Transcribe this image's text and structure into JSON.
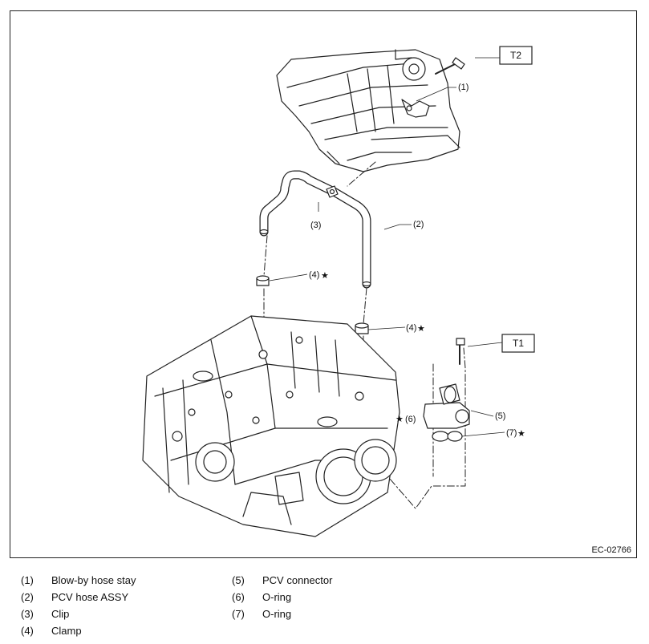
{
  "figure": {
    "code": "EC-02766",
    "torque_refs": [
      "T2",
      "T1"
    ],
    "callouts": {
      "c1": "(1)",
      "c2": "(2)",
      "c3": "(3)",
      "c4a": "(4)",
      "c4b": "(4)",
      "c5": "(5)",
      "c6": "(6)",
      "c7": "(7)"
    },
    "star_glyph": "★"
  },
  "legend": {
    "left": [
      {
        "num": "(1)",
        "label": "Blow-by hose stay"
      },
      {
        "num": "(2)",
        "label": "PCV hose ASSY"
      },
      {
        "num": "(3)",
        "label": "Clip"
      },
      {
        "num": "(4)",
        "label": "Clamp"
      }
    ],
    "right": [
      {
        "num": "(5)",
        "label": "PCV connector"
      },
      {
        "num": "(6)",
        "label": "O-ring"
      },
      {
        "num": "(7)",
        "label": "O-ring"
      }
    ]
  }
}
